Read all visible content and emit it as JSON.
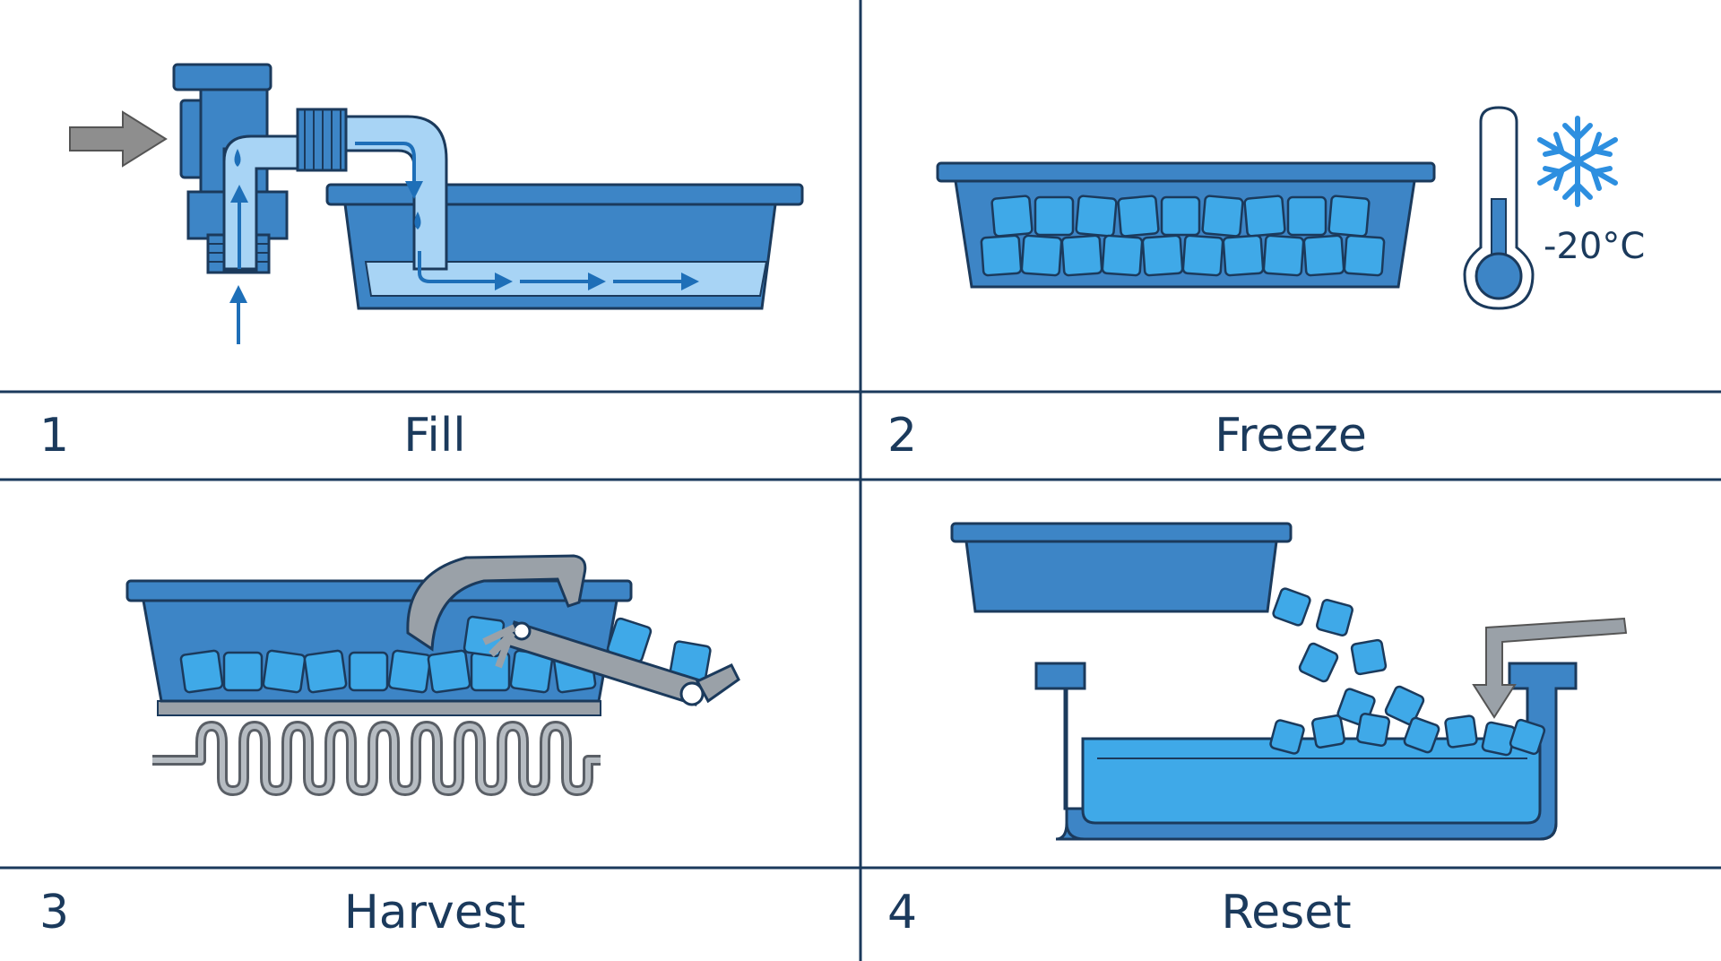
{
  "panels": [
    {
      "number": "1",
      "title": "Fill"
    },
    {
      "number": "2",
      "title": "Freeze"
    },
    {
      "number": "3",
      "title": "Harvest"
    },
    {
      "number": "4",
      "title": "Reset"
    }
  ],
  "freeze_temperature": "-20°C",
  "colors": {
    "outline": "#1b3a5c",
    "tray_blue": "#3d85c6",
    "ice_blue": "#3fa9e8",
    "water_light": "#a8d4f5",
    "metal_grey": "#9aa1a8",
    "arrow_grey": "#8e8e8e",
    "text": "#1b3a5c"
  },
  "icons": [
    "water-valve-icon",
    "thermometer-icon",
    "snowflake-icon",
    "ejector-arm-icon",
    "heating-coil-icon",
    "ice-bin-icon"
  ]
}
